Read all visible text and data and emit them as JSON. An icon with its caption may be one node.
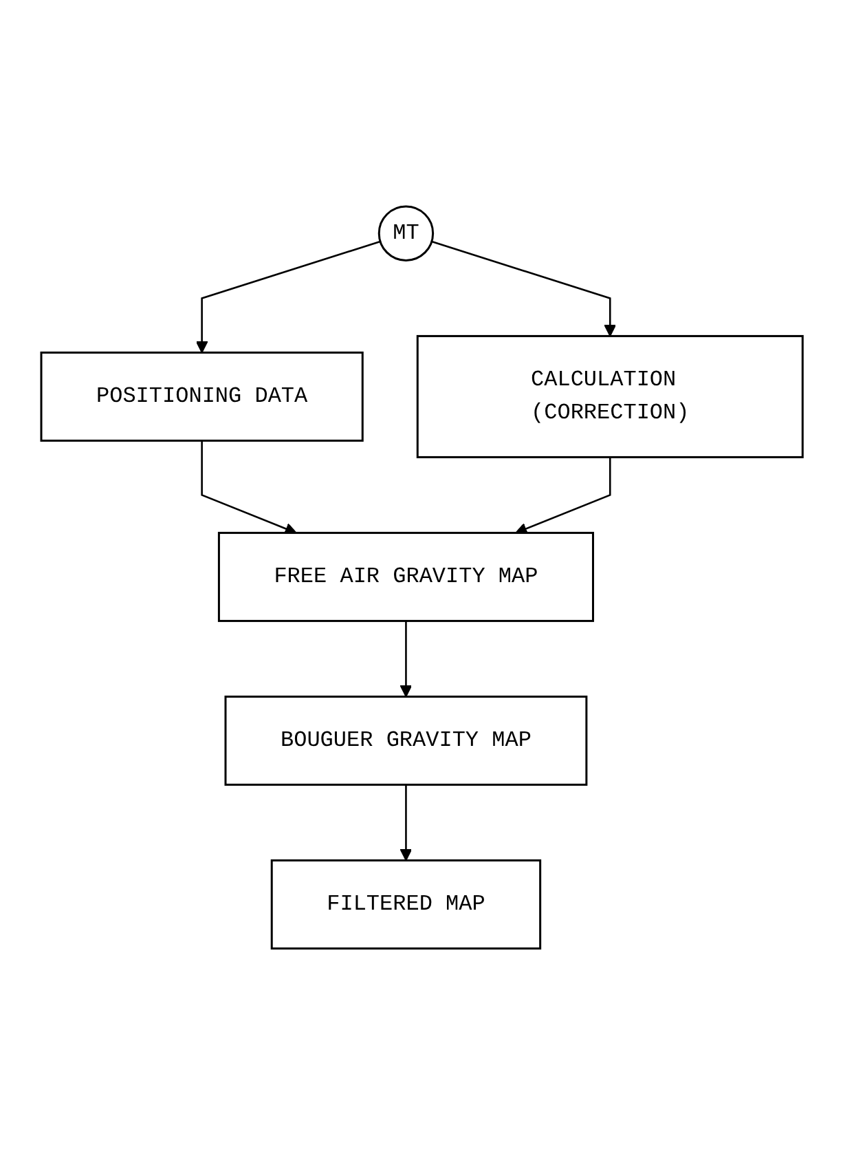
{
  "diagram": {
    "nodes": [
      {
        "text": [
          "MT"
        ]
      },
      {
        "text": [
          "POSITIONING DATA"
        ]
      },
      {
        "text": [
          "CALCULATION (CORRECTION)"
        ]
      },
      {
        "text": [
          "FREE AIR GRAVITY MAP"
        ]
      },
      {
        "text": [
          "BOUGUER GRAVITY MAP"
        ]
      },
      {
        "text": [
          "FILTERED MAP"
        ]
      }
    ],
    "edges": [
      {
        "from": 0,
        "to": 1,
        "arrow": "to"
      },
      {
        "from": 0,
        "to": 2,
        "arrow": "to"
      },
      {
        "from": 1,
        "to": 3,
        "arrow": "to"
      },
      {
        "from": 2,
        "to": 3,
        "arrow": "to"
      },
      {
        "from": 3,
        "to": 4,
        "arrow": "to"
      },
      {
        "from": 4,
        "to": 5,
        "arrow": "to"
      }
    ]
  }
}
